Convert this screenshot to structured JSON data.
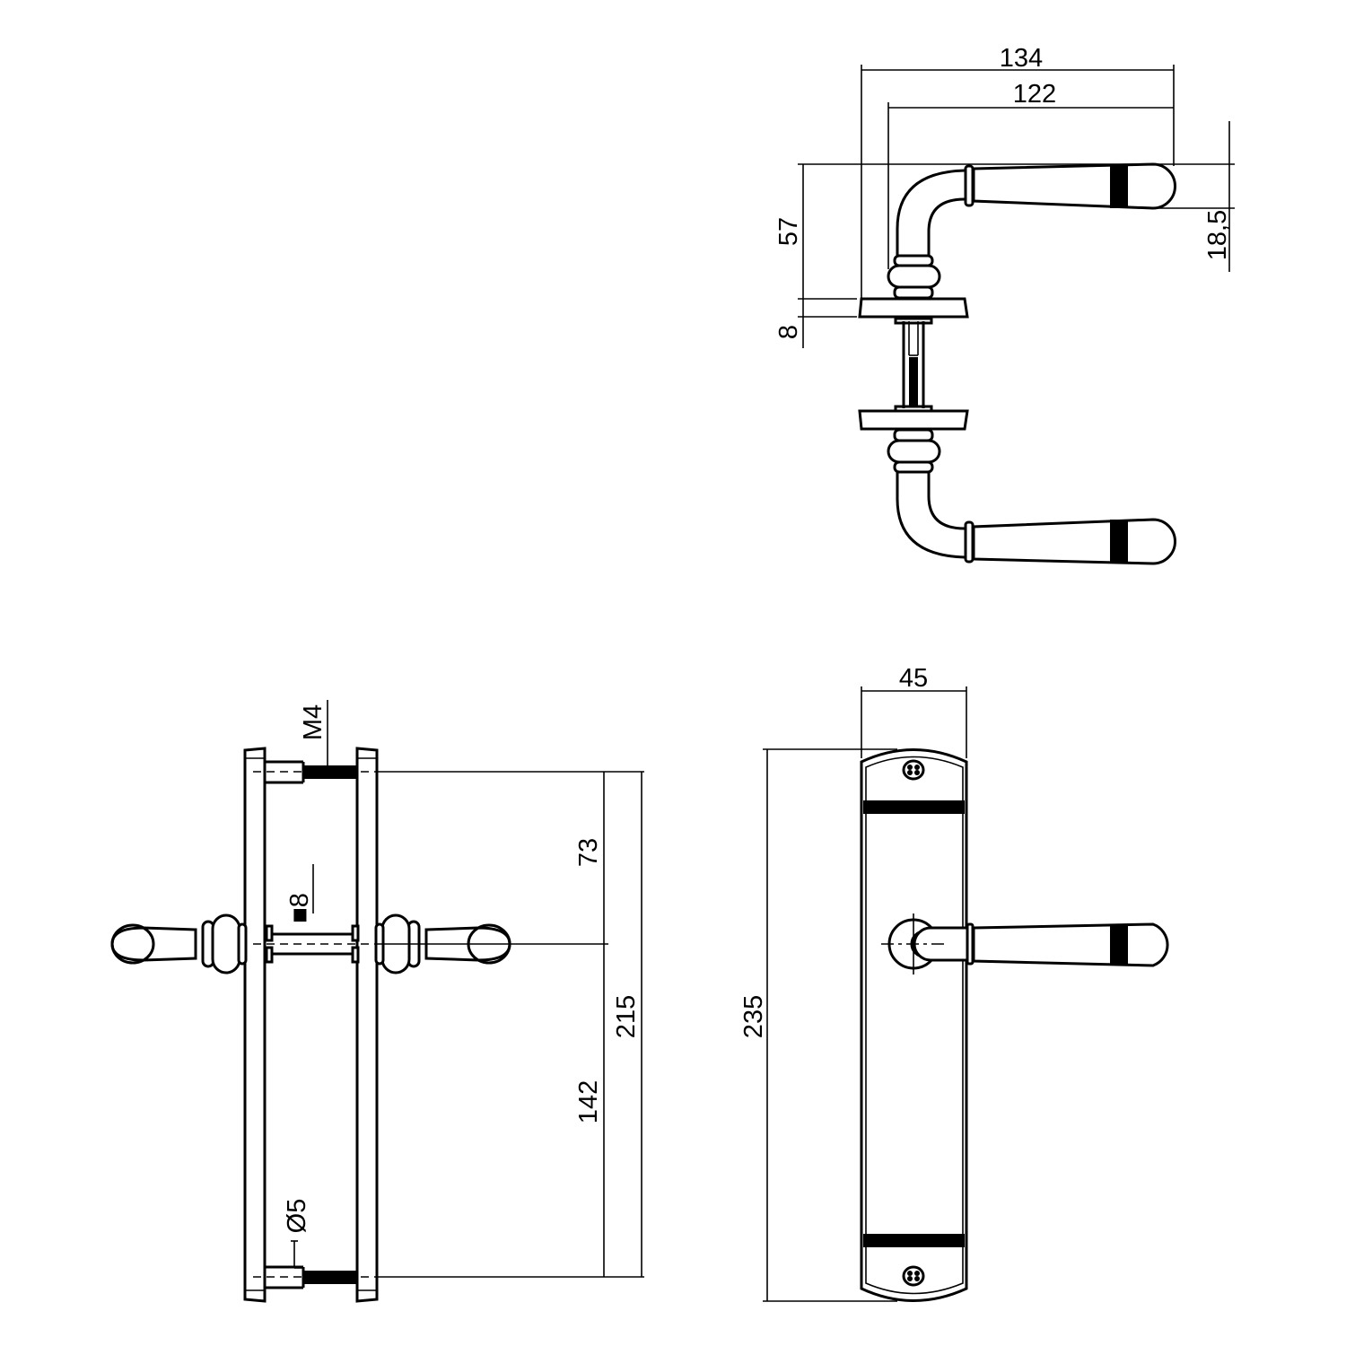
{
  "drawing": {
    "top_view": {
      "dim_overall_length": "134",
      "dim_lever_length": "122",
      "dim_height": "57",
      "dim_rose_thickness": "8",
      "dim_grip_diameter": "18,5"
    },
    "side_view": {
      "dim_thread": "M4",
      "dim_spindle": "■8",
      "dim_upper": "73",
      "dim_total_centers": "215",
      "dim_lower": "142",
      "dim_hole": "Ø5"
    },
    "front_view": {
      "dim_plate_width": "45",
      "dim_plate_height": "235"
    }
  },
  "colors": {
    "line": "#000000",
    "background": "#ffffff"
  }
}
